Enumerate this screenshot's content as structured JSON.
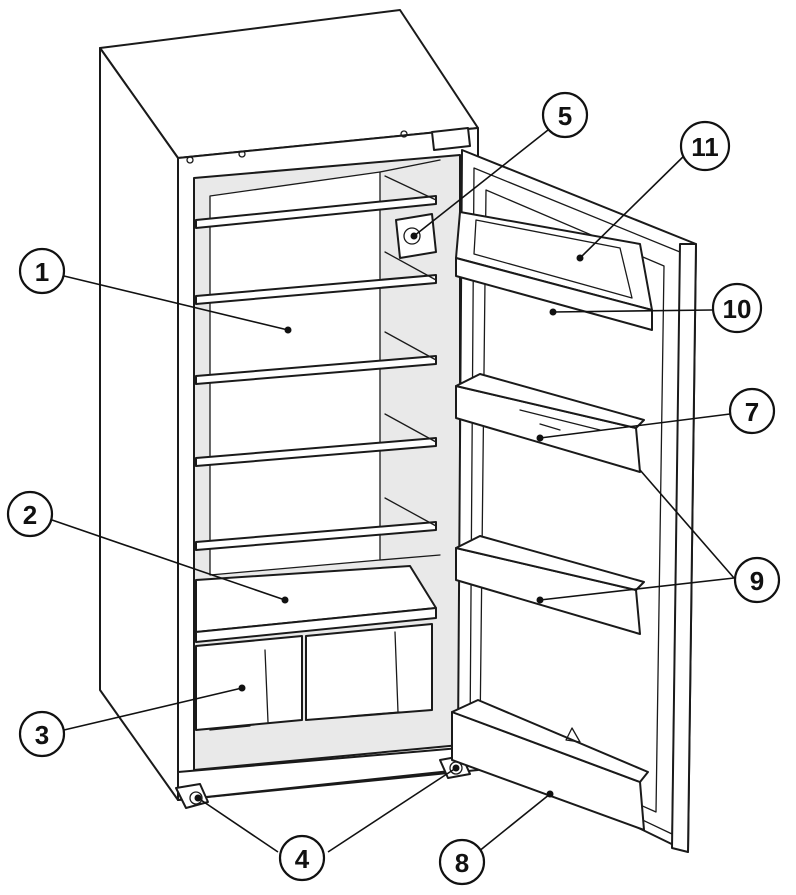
{
  "callouts": [
    {
      "id": "1",
      "label": "1"
    },
    {
      "id": "2",
      "label": "2"
    },
    {
      "id": "3",
      "label": "3"
    },
    {
      "id": "4",
      "label": "4"
    },
    {
      "id": "5",
      "label": "5"
    },
    {
      "id": "7",
      "label": "7"
    },
    {
      "id": "8",
      "label": "8"
    },
    {
      "id": "9",
      "label": "9"
    },
    {
      "id": "10",
      "label": "10"
    },
    {
      "id": "11",
      "label": "11"
    }
  ],
  "colors": {
    "line": "#1a1a1a",
    "background": "#ffffff"
  }
}
